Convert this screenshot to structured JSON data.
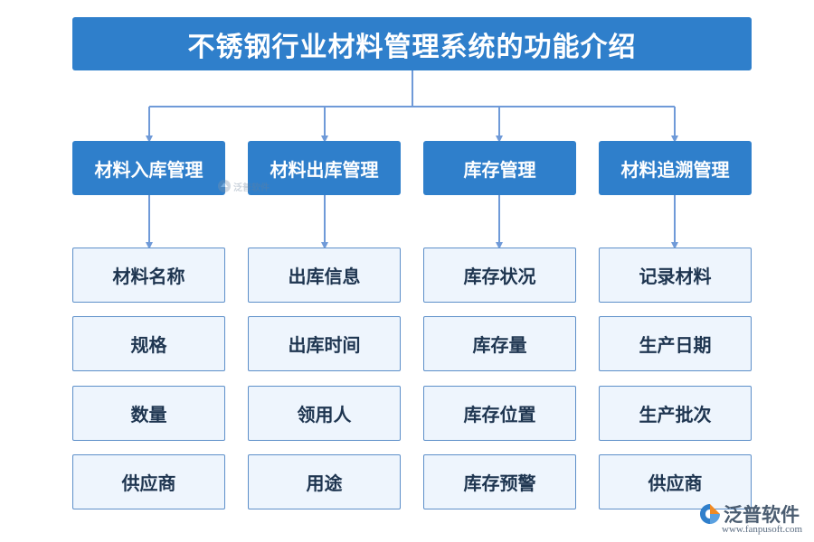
{
  "title": "不锈钢行业材料管理系统的功能介绍",
  "categories": [
    {
      "label": "材料入库管理",
      "items": [
        "材料名称",
        "规格",
        "数量",
        "供应商"
      ]
    },
    {
      "label": "材料出库管理",
      "items": [
        "出库信息",
        "出库时间",
        "领用人",
        "用途"
      ]
    },
    {
      "label": "库存管理",
      "items": [
        "库存状况",
        "库存量",
        "库存位置",
        "库存预警"
      ]
    },
    {
      "label": "材料追溯管理",
      "items": [
        "记录材料",
        "生产日期",
        "生产批次",
        "供应商"
      ]
    }
  ],
  "watermark": {
    "text": "泛普软件"
  },
  "logo": {
    "name": "泛普软件",
    "url": "www.fanpusoft.com"
  },
  "colors": {
    "primary": "#2f7fcb",
    "item_bg": "#eef5fd",
    "item_border": "#5d8fc9",
    "connector": "#6f9ad8"
  }
}
